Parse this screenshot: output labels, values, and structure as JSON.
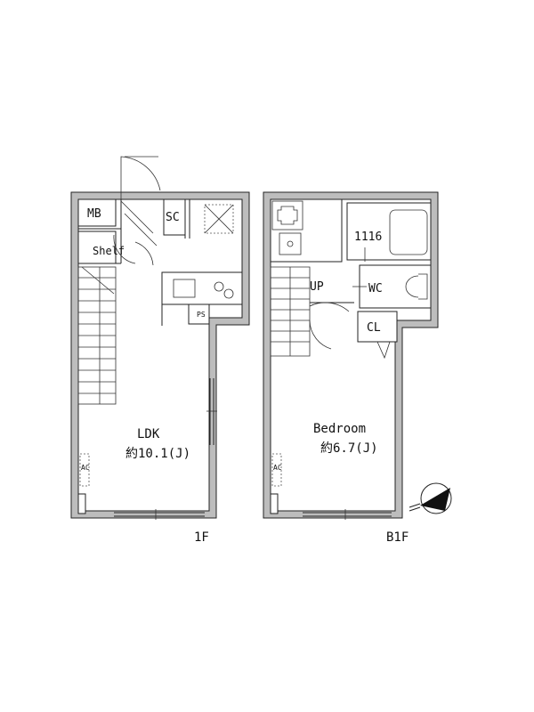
{
  "floor_1": {
    "name": "1F",
    "rooms": {
      "mb": "MB",
      "sc": "SC",
      "shelf": "Shelf",
      "ps": "PS",
      "ldk": "LDK",
      "ldk_size": "約10.1(J)",
      "ac": "AC"
    }
  },
  "floor_b1": {
    "name": "B1F",
    "rooms": {
      "unit_bath": "1116",
      "up": "UP",
      "wc": "WC",
      "cl": "CL",
      "bedroom": "Bedroom",
      "bedroom_size": "約6.7(J)",
      "ac": "AC"
    }
  },
  "compass_icon": "north-arrow-icon"
}
